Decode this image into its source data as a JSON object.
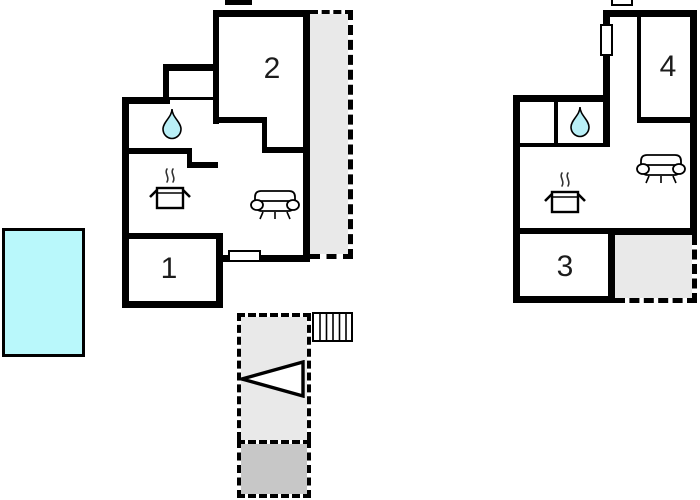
{
  "colors": {
    "background": "#ffffff",
    "wall": "#000000",
    "pool": "#b9f8fb",
    "water_drop": "#b9eff6",
    "terrace": "#e9e9e9",
    "terrace_dark": "#c7c7c7"
  },
  "plans": {
    "ground_floor": {
      "rooms": {
        "room1": "1",
        "room2": "2"
      },
      "icons": [
        "water-drop",
        "stove-pot",
        "sofa",
        "chimney",
        "entrance-door",
        "stairs",
        "direction-arrow",
        "terrace",
        "pool"
      ]
    },
    "first_floor": {
      "rooms": {
        "room3": "3",
        "room4": "4"
      },
      "icons": [
        "water-drop",
        "stove-pot",
        "sofa",
        "chimney",
        "window",
        "terrace"
      ]
    }
  }
}
